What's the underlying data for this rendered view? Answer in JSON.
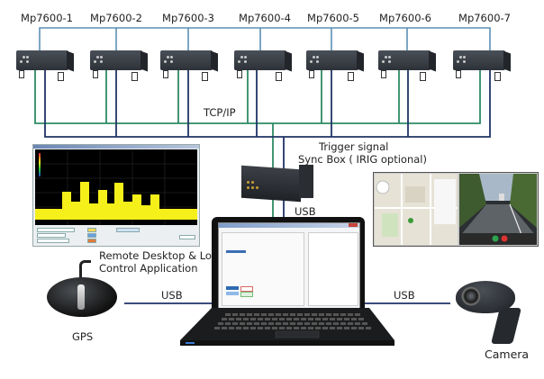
{
  "diagram": {
    "title": "Mp7600 multi-analyzer system topology",
    "analyzers": [
      {
        "label": "Mp7600-1"
      },
      {
        "label": "Mp7600-2"
      },
      {
        "label": "Mp7600-3"
      },
      {
        "label": "Mp7600-4"
      },
      {
        "label": "Mp7600-5"
      },
      {
        "label": "Mp7600-6"
      },
      {
        "label": "Mp7600-7"
      }
    ],
    "links": {
      "network_label": "TCP/IP",
      "trigger_label": "Trigger signal",
      "sync_box_label": "Sync Box ( IRIG optional)",
      "usb_sync_label": "USB",
      "usb_gps_label": "USB",
      "usb_camera_label": "USB"
    },
    "application_label_line1": "Remote Desktop & Local",
    "application_label_line2": "Control Application",
    "peripherals": {
      "gps_label": "GPS",
      "camera_label": "Camera"
    },
    "colors": {
      "top_bus": "#5b8fb5",
      "tcpip_bus": "#2e8b64",
      "trigger_bus": "#1f3366",
      "usb_line": "#1f3366",
      "spectrum_trace": "#f5ef1a"
    }
  }
}
